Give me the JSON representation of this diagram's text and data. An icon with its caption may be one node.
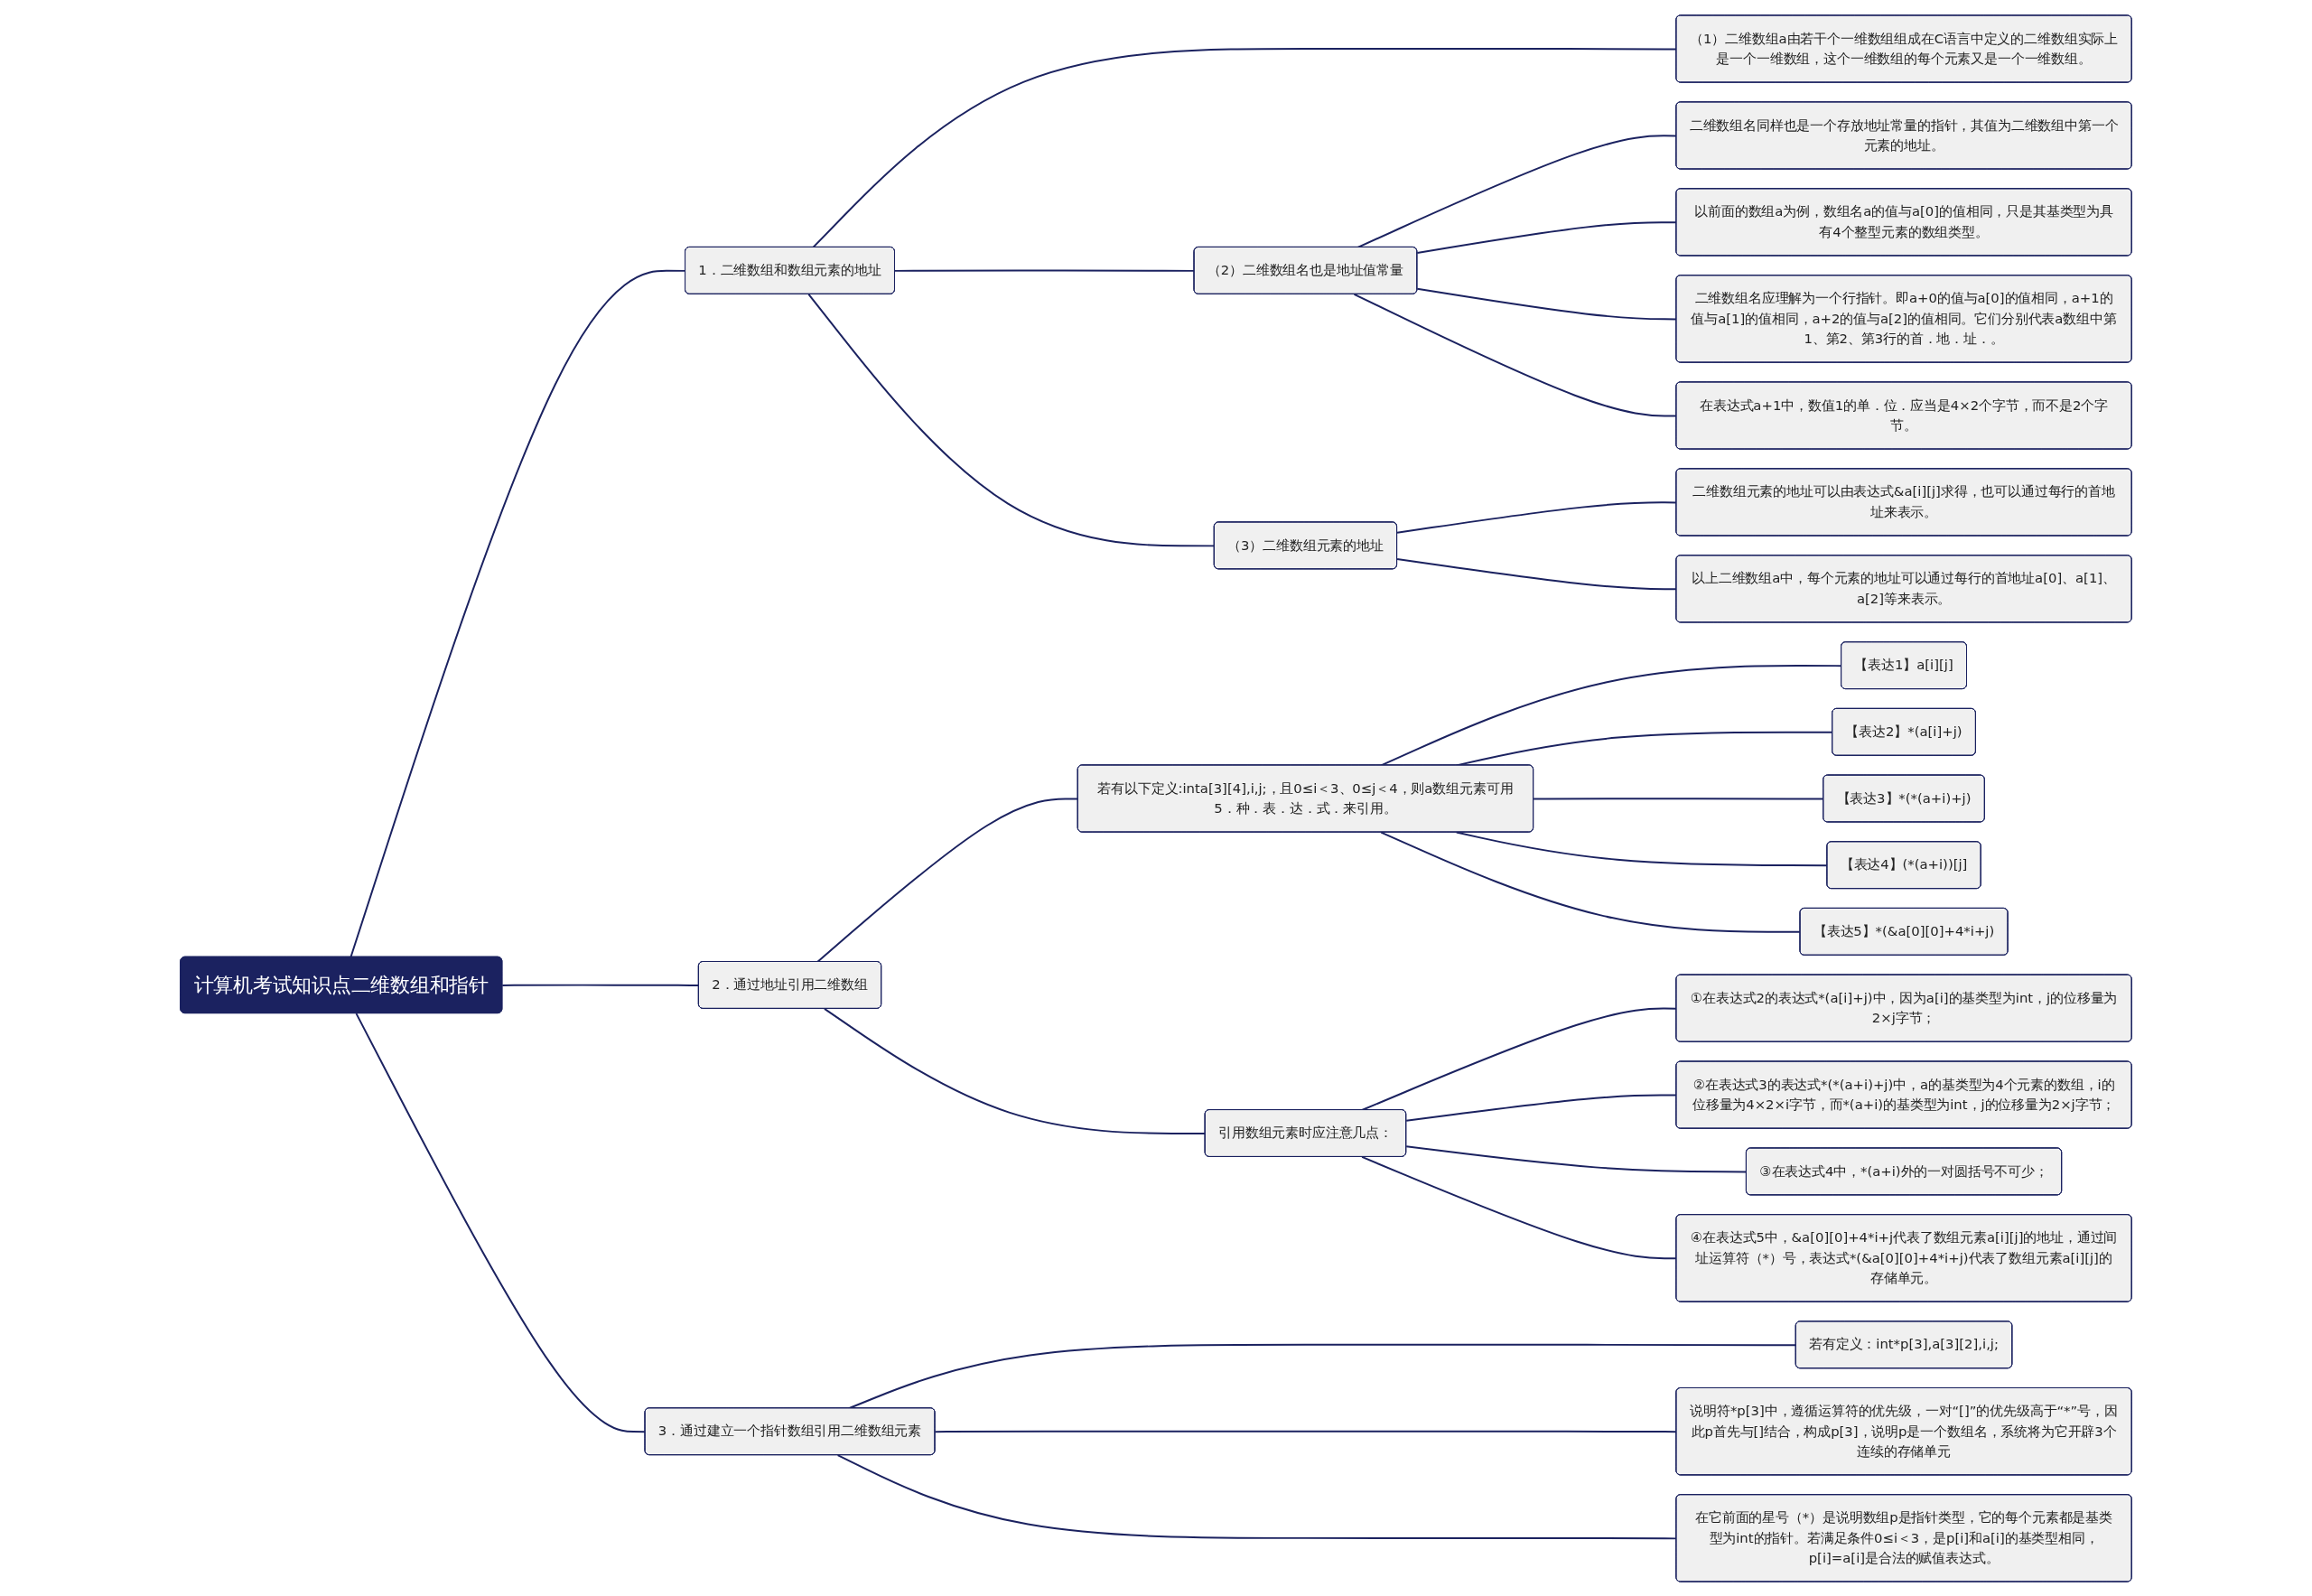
{
  "diagram": {
    "nodes": [
      {
        "text": [
          "计算机考试知识点二维数组和指针"
        ]
      },
      {
        "text": [
          "1．二维数组和数组元素的地址"
        ]
      },
      {
        "text": [
          "（1）二维数组a由若干个一维数组组成在C语言中定义的二维数组实际上是一个一维数组，这个一维数组的每个元素又是一个一维数组。"
        ]
      },
      {
        "text": [
          "（2）二维数组名也是地址值常量"
        ]
      },
      {
        "text": [
          "二维数组名同样也是一个存放地址常量的指针，其值为二维数组中第一个元素的地址。"
        ]
      },
      {
        "text": [
          "以前面的数组a为例，数组名a的值与a[0]的值相同，只是其基类型为具有4个整型元素的数组类型。"
        ]
      },
      {
        "text": [
          "二维数组名应理解为一个行指针。即a+0的值与a[0]的值相同，a+1的值与a[1]的值相同，a+2的值与a[2]的值相同。它们分别代表a数组中第1、第2、第3行的首．地．址．。"
        ]
      },
      {
        "text": [
          "在表达式a+1中，数值1的单．位．应当是4×2个字节，而不是2个字节。"
        ]
      },
      {
        "text": [
          "（3）二维数组元素的地址"
        ]
      },
      {
        "text": [
          "二维数组元素的地址可以由表达式&a[i][j]求得，也可以通过每行的首地址来表示。"
        ]
      },
      {
        "text": [
          "以上二维数组a中，每个元素的地址可以通过每行的首地址a[0]、a[1]、a[2]等来表示。"
        ]
      },
      {
        "text": [
          "2．通过地址引用二维数组"
        ]
      },
      {
        "text": [
          "若有以下定义:inta[3][4],i,j;，且0≤i＜3、0≤j＜4，则a数组元素可用5．种．表．达．式．来引用。"
        ]
      },
      {
        "text": [
          "【表达1】a[i][j]"
        ]
      },
      {
        "text": [
          "【表达2】*(a[i]+j)"
        ]
      },
      {
        "text": [
          "【表达3】*(*(a+i)+j)"
        ]
      },
      {
        "text": [
          "【表达4】(*(a+i))[j]"
        ]
      },
      {
        "text": [
          "【表达5】*(&a[0][0]+4*i+j)"
        ]
      },
      {
        "text": [
          "引用数组元素时应注意几点："
        ]
      },
      {
        "text": [
          "①在表达式2的表达式*(a[i]+j)中，因为a[i]的基类型为int，j的位移量为2×j字节；"
        ]
      },
      {
        "text": [
          "②在表达式3的表达式*(*(a+i)+j)中，a的基类型为4个元素的数组，i的位移量为4×2×i字节，而*(a+i)的基类型为int，j的位移量为2×j字节；"
        ]
      },
      {
        "text": [
          "③在表达式4中，*(a+i)外的一对圆括号不可少；"
        ]
      },
      {
        "text": [
          "④在表达式5中，&a[0][0]+4*i+j代表了数组元素a[i][j]的地址，通过间址运算符（*）号，表达式*(&a[0][0]+4*i+j)代表了数组元素a[i][j]的存储单元。"
        ]
      },
      {
        "text": [
          "3．通过建立一个指针数组引用二维数组元素"
        ]
      },
      {
        "text": [
          "若有定义：int*p[3],a[3][2],i,j;"
        ]
      },
      {
        "text": [
          "说明符*p[3]中，遵循运算符的优先级，一对“[]”的优先级高于“*”号，因此p首先与[]结合，构成p[3]，说明p是一个数组名，系统将为它开辟3个连续的存储单元"
        ]
      },
      {
        "text": [
          "在它前面的星号（*）是说明数组p是指针类型，它的每个元素都是基类型为int的指针。若满足条件0≤i＜3，是p[i]和a[i]的基类型相同，p[i]=a[i]是合法的赋值表达式。"
        ]
      }
    ],
    "edges": [
      {
        "from": 0,
        "to": 1,
        "arrow": "none"
      },
      {
        "from": 1,
        "to": 2,
        "arrow": "none"
      },
      {
        "from": 1,
        "to": 3,
        "arrow": "none"
      },
      {
        "from": 3,
        "to": 4,
        "arrow": "none"
      },
      {
        "from": 3,
        "to": 5,
        "arrow": "none"
      },
      {
        "from": 3,
        "to": 6,
        "arrow": "none"
      },
      {
        "from": 3,
        "to": 7,
        "arrow": "none"
      },
      {
        "from": 1,
        "to": 8,
        "arrow": "none"
      },
      {
        "from": 8,
        "to": 9,
        "arrow": "none"
      },
      {
        "from": 8,
        "to": 10,
        "arrow": "none"
      },
      {
        "from": 0,
        "to": 11,
        "arrow": "none"
      },
      {
        "from": 11,
        "to": 12,
        "arrow": "none"
      },
      {
        "from": 12,
        "to": 13,
        "arrow": "none"
      },
      {
        "from": 12,
        "to": 14,
        "arrow": "none"
      },
      {
        "from": 12,
        "to": 15,
        "arrow": "none"
      },
      {
        "from": 12,
        "to": 16,
        "arrow": "none"
      },
      {
        "from": 12,
        "to": 17,
        "arrow": "none"
      },
      {
        "from": 11,
        "to": 18,
        "arrow": "none"
      },
      {
        "from": 18,
        "to": 19,
        "arrow": "none"
      },
      {
        "from": 18,
        "to": 20,
        "arrow": "none"
      },
      {
        "from": 18,
        "to": 21,
        "arrow": "none"
      },
      {
        "from": 18,
        "to": 22,
        "arrow": "none"
      },
      {
        "from": 0,
        "to": 23,
        "arrow": "none"
      },
      {
        "from": 23,
        "to": 24,
        "arrow": "none"
      },
      {
        "from": 23,
        "to": 25,
        "arrow": "none"
      },
      {
        "from": 23,
        "to": 26,
        "arrow": "none"
      }
    ]
  }
}
